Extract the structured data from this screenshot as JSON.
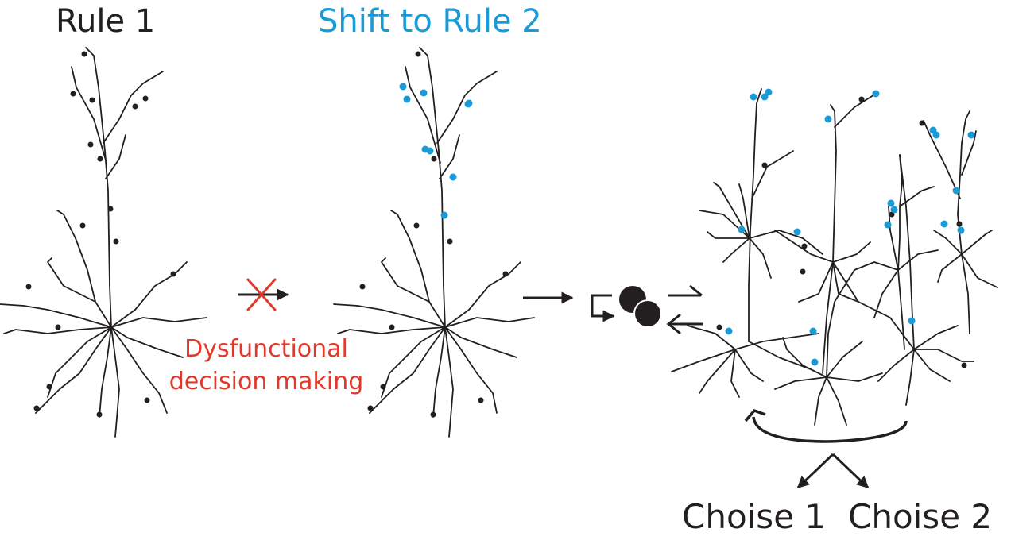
{
  "labels": {
    "rule1": "Rule 1",
    "shift": "Shift to Rule 2",
    "dysfunction": "Dysfunctional decision making",
    "choice1": "Choise 1",
    "choice2": "Choise 2"
  },
  "colors": {
    "ink": "#231f20",
    "rule2_accent": "#1a9bd7",
    "error": "#e0392b",
    "spine_blue": "#1b9ad6"
  },
  "icons": {
    "blocked_arrow": "cross-icon",
    "connected_cells": "two-circles-icon"
  }
}
